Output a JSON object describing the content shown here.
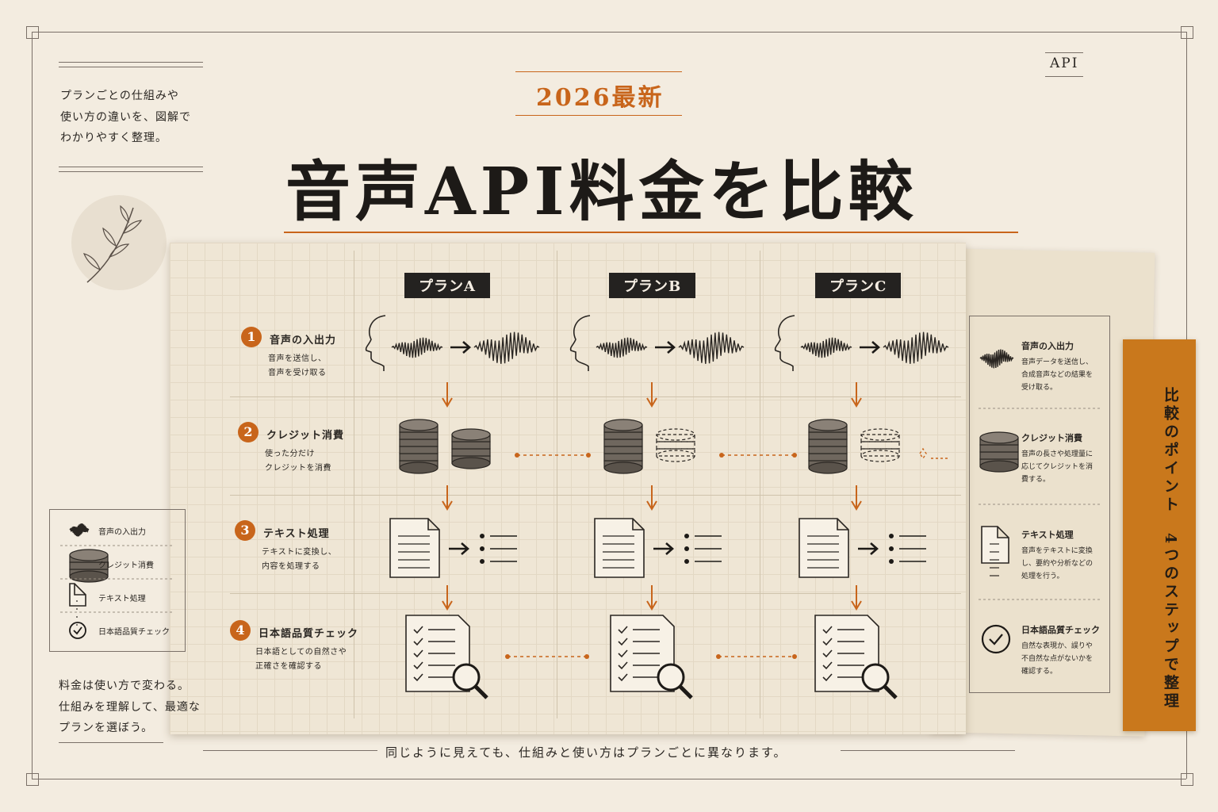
{
  "header": {
    "year_label": "2026最新",
    "title": "音声API料金を比較",
    "tag": "API",
    "intro": [
      "プランごとの仕組みや",
      "使い方の違いを、図解で",
      "わかりやすく整理。"
    ]
  },
  "plans": [
    "プランA",
    "プランB",
    "プランC"
  ],
  "steps": [
    {
      "num": "1",
      "title": "音声の入出力",
      "desc": [
        "音声を送信し、",
        "音声を受け取る"
      ]
    },
    {
      "num": "2",
      "title": "クレジット消費",
      "desc": [
        "使った分だけ",
        "クレジットを消費"
      ]
    },
    {
      "num": "3",
      "title": "テキスト処理",
      "desc": [
        "テキストに変換し、",
        "内容を処理する"
      ]
    },
    {
      "num": "4",
      "title": "日本語品質チェック",
      "desc": [
        "日本語としての自然さや",
        "正確さを確認する"
      ]
    }
  ],
  "right_panel": [
    {
      "title": "音声の入出力",
      "desc": "音声データを送信し、合成音声などの結果を受け取る。"
    },
    {
      "title": "クレジット消費",
      "desc": "音声の長さや処理量に応じてクレジットを消費する。"
    },
    {
      "title": "テキスト処理",
      "desc": "音声をテキストに変換し、要約や分析などの処理を行う。"
    },
    {
      "title": "日本語品質チェック",
      "desc": "自然な表現か、誤りや不自然な点がないかを確認する。"
    }
  ],
  "side_tab": "比較のポイント　4つのステップで整理",
  "legend": [
    "音声の入出力",
    "クレジット消費",
    "テキスト処理",
    "日本語品質チェック"
  ],
  "summary": [
    "料金は使い方で変わる。",
    "仕組みを理解して、最適な",
    "プランを選ぼう。"
  ],
  "footer": "同じように見えても、仕組みと使い方はプランごとに異なります。",
  "colors": {
    "accent": "#c8651b",
    "tab": "#c9781c",
    "paper": "#efe6d5",
    "background": "#f3ece0"
  }
}
